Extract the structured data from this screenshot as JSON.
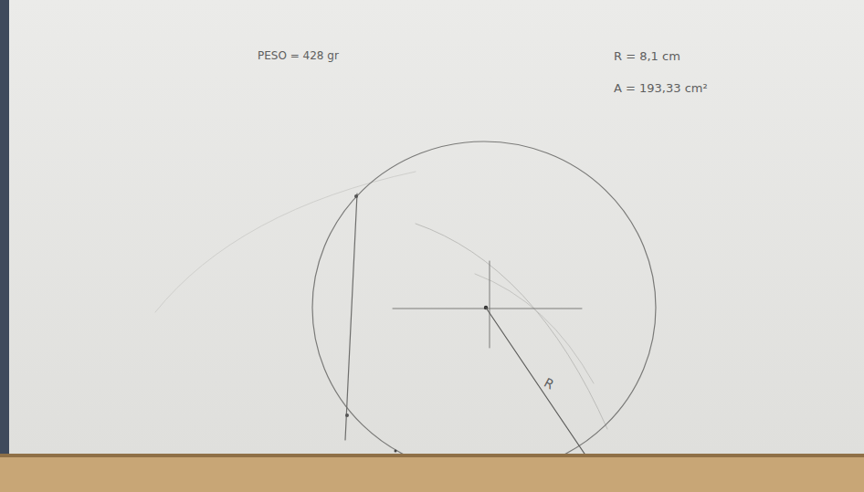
{
  "diagram": {
    "labels": [
      "PESO = 428 gr",
      "R = 8,1 cm",
      "A = 193,33 cm²",
      "R"
    ]
  }
}
